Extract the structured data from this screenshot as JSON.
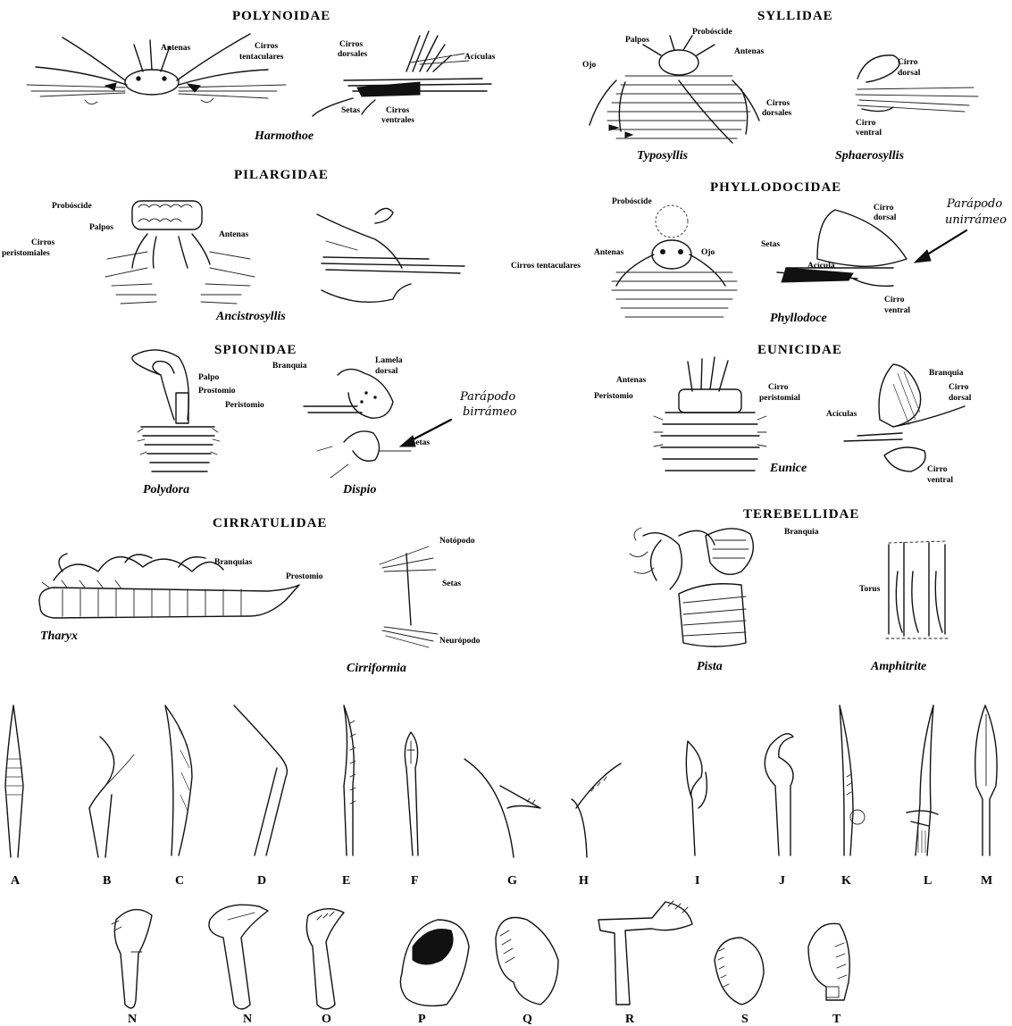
{
  "families": {
    "polynoidae": "POLYNOIDAE",
    "syllidae": "SYLLIDAE",
    "pilargidae": "PILARGIDAE",
    "phyllodocidae": "PHYLLODOCIDAE",
    "spionidae": "SPIONIDAE",
    "eunicidae": "EUNICIDAE",
    "cirratulidae": "CIRRATULIDAE",
    "terebellidae": "TEREBELLIDAE"
  },
  "genera": {
    "harmothoe": "Harmothoe",
    "typosyllis": "Typosyllis",
    "sphaerosyllis": "Sphaerosyllis",
    "ancistrosyllis": "Ancistrosyllis",
    "phyllodoce": "Phyllodoce",
    "polydora": "Polydora",
    "dispio": "Dispio",
    "eunice": "Eunice",
    "tharyx": "Tharyx",
    "cirriformia": "Cirriformia",
    "pista": "Pista",
    "amphitrite": "Amphitrite"
  },
  "labels": {
    "antenas": "Antenas",
    "cirros_tentaculares_1": "Cirros",
    "cirros_tentaculares_2": "tentaculares",
    "cirros_dorsales_1": "Cirros",
    "cirros_dorsales_2": "dorsales",
    "aciculas": "Acículas",
    "setas": "Setas",
    "cirros_ventrales_1": "Cirros",
    "cirros_ventrales_2": "ventrales",
    "palpos": "Palpos",
    "proboscide": "Probóscide",
    "ojo": "Ojo",
    "cirro_dorsal_1": "Cirro",
    "cirro_dorsal_2": "dorsal",
    "cirro_ventral_1": "Cirro",
    "cirro_ventral_2": "ventral",
    "cirros_peristomiales_1": "Cirros",
    "cirros_peristomiales_2": "peristomiales",
    "cirros_tentaculares_line": "Cirros tentaculares",
    "acicula": "Acícula",
    "palpo": "Palpo",
    "prostomio": "Prostomio",
    "peristomio": "Peristomio",
    "branquia": "Branquia",
    "lamela_dorsal_1": "Lamela",
    "lamela_dorsal_2": "dorsal",
    "cirro_peristomial_1": "Cirro",
    "cirro_peristomial_2": "peristomial",
    "branquias": "Branquias",
    "notopodo": "Notópodo",
    "neuropodo": "Neurópodo",
    "torus": "Torus",
    "parapodo_phyllodocidae_1": "Parápodo",
    "parapodo_phyllodocidae_2": "unirrámeo",
    "parapodo_spionidae_1": "Parápodo",
    "parapodo_spionidae_2": "birrámeo"
  },
  "letters_row1": [
    "A",
    "B",
    "C",
    "D",
    "E",
    "F",
    "G",
    "H",
    "I",
    "J",
    "K",
    "L",
    "M"
  ],
  "letters_row2": [
    "N",
    "N",
    "O",
    "P",
    "Q",
    "R",
    "S",
    "T"
  ]
}
